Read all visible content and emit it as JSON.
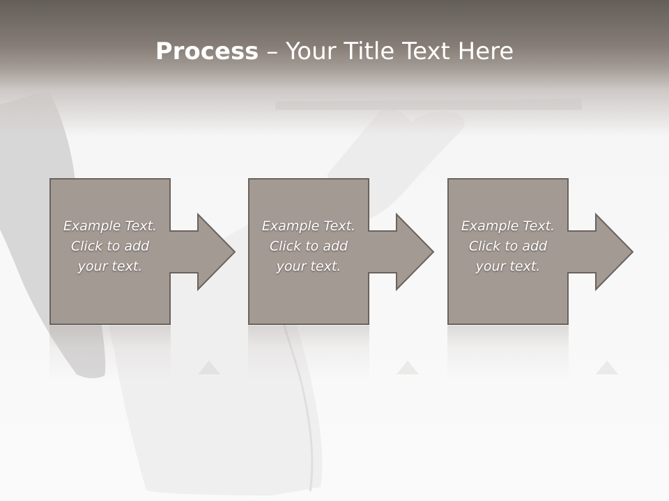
{
  "slide": {
    "title_bold": "Process",
    "title_rest": " – Your Title Text Here"
  },
  "colors": {
    "box_fill": "#a39a94",
    "box_border": "#6a625d",
    "header_dark": "#645e59",
    "text": "#ffffff"
  },
  "process_steps": [
    {
      "line1": "Example Text.",
      "line2": "Click  to add",
      "line3": "your text."
    },
    {
      "line1": "Example Text.",
      "line2": "Click  to add",
      "line3": "your text."
    },
    {
      "line1": "Example Text.",
      "line2": "Click  to add",
      "line3": "your text."
    }
  ]
}
